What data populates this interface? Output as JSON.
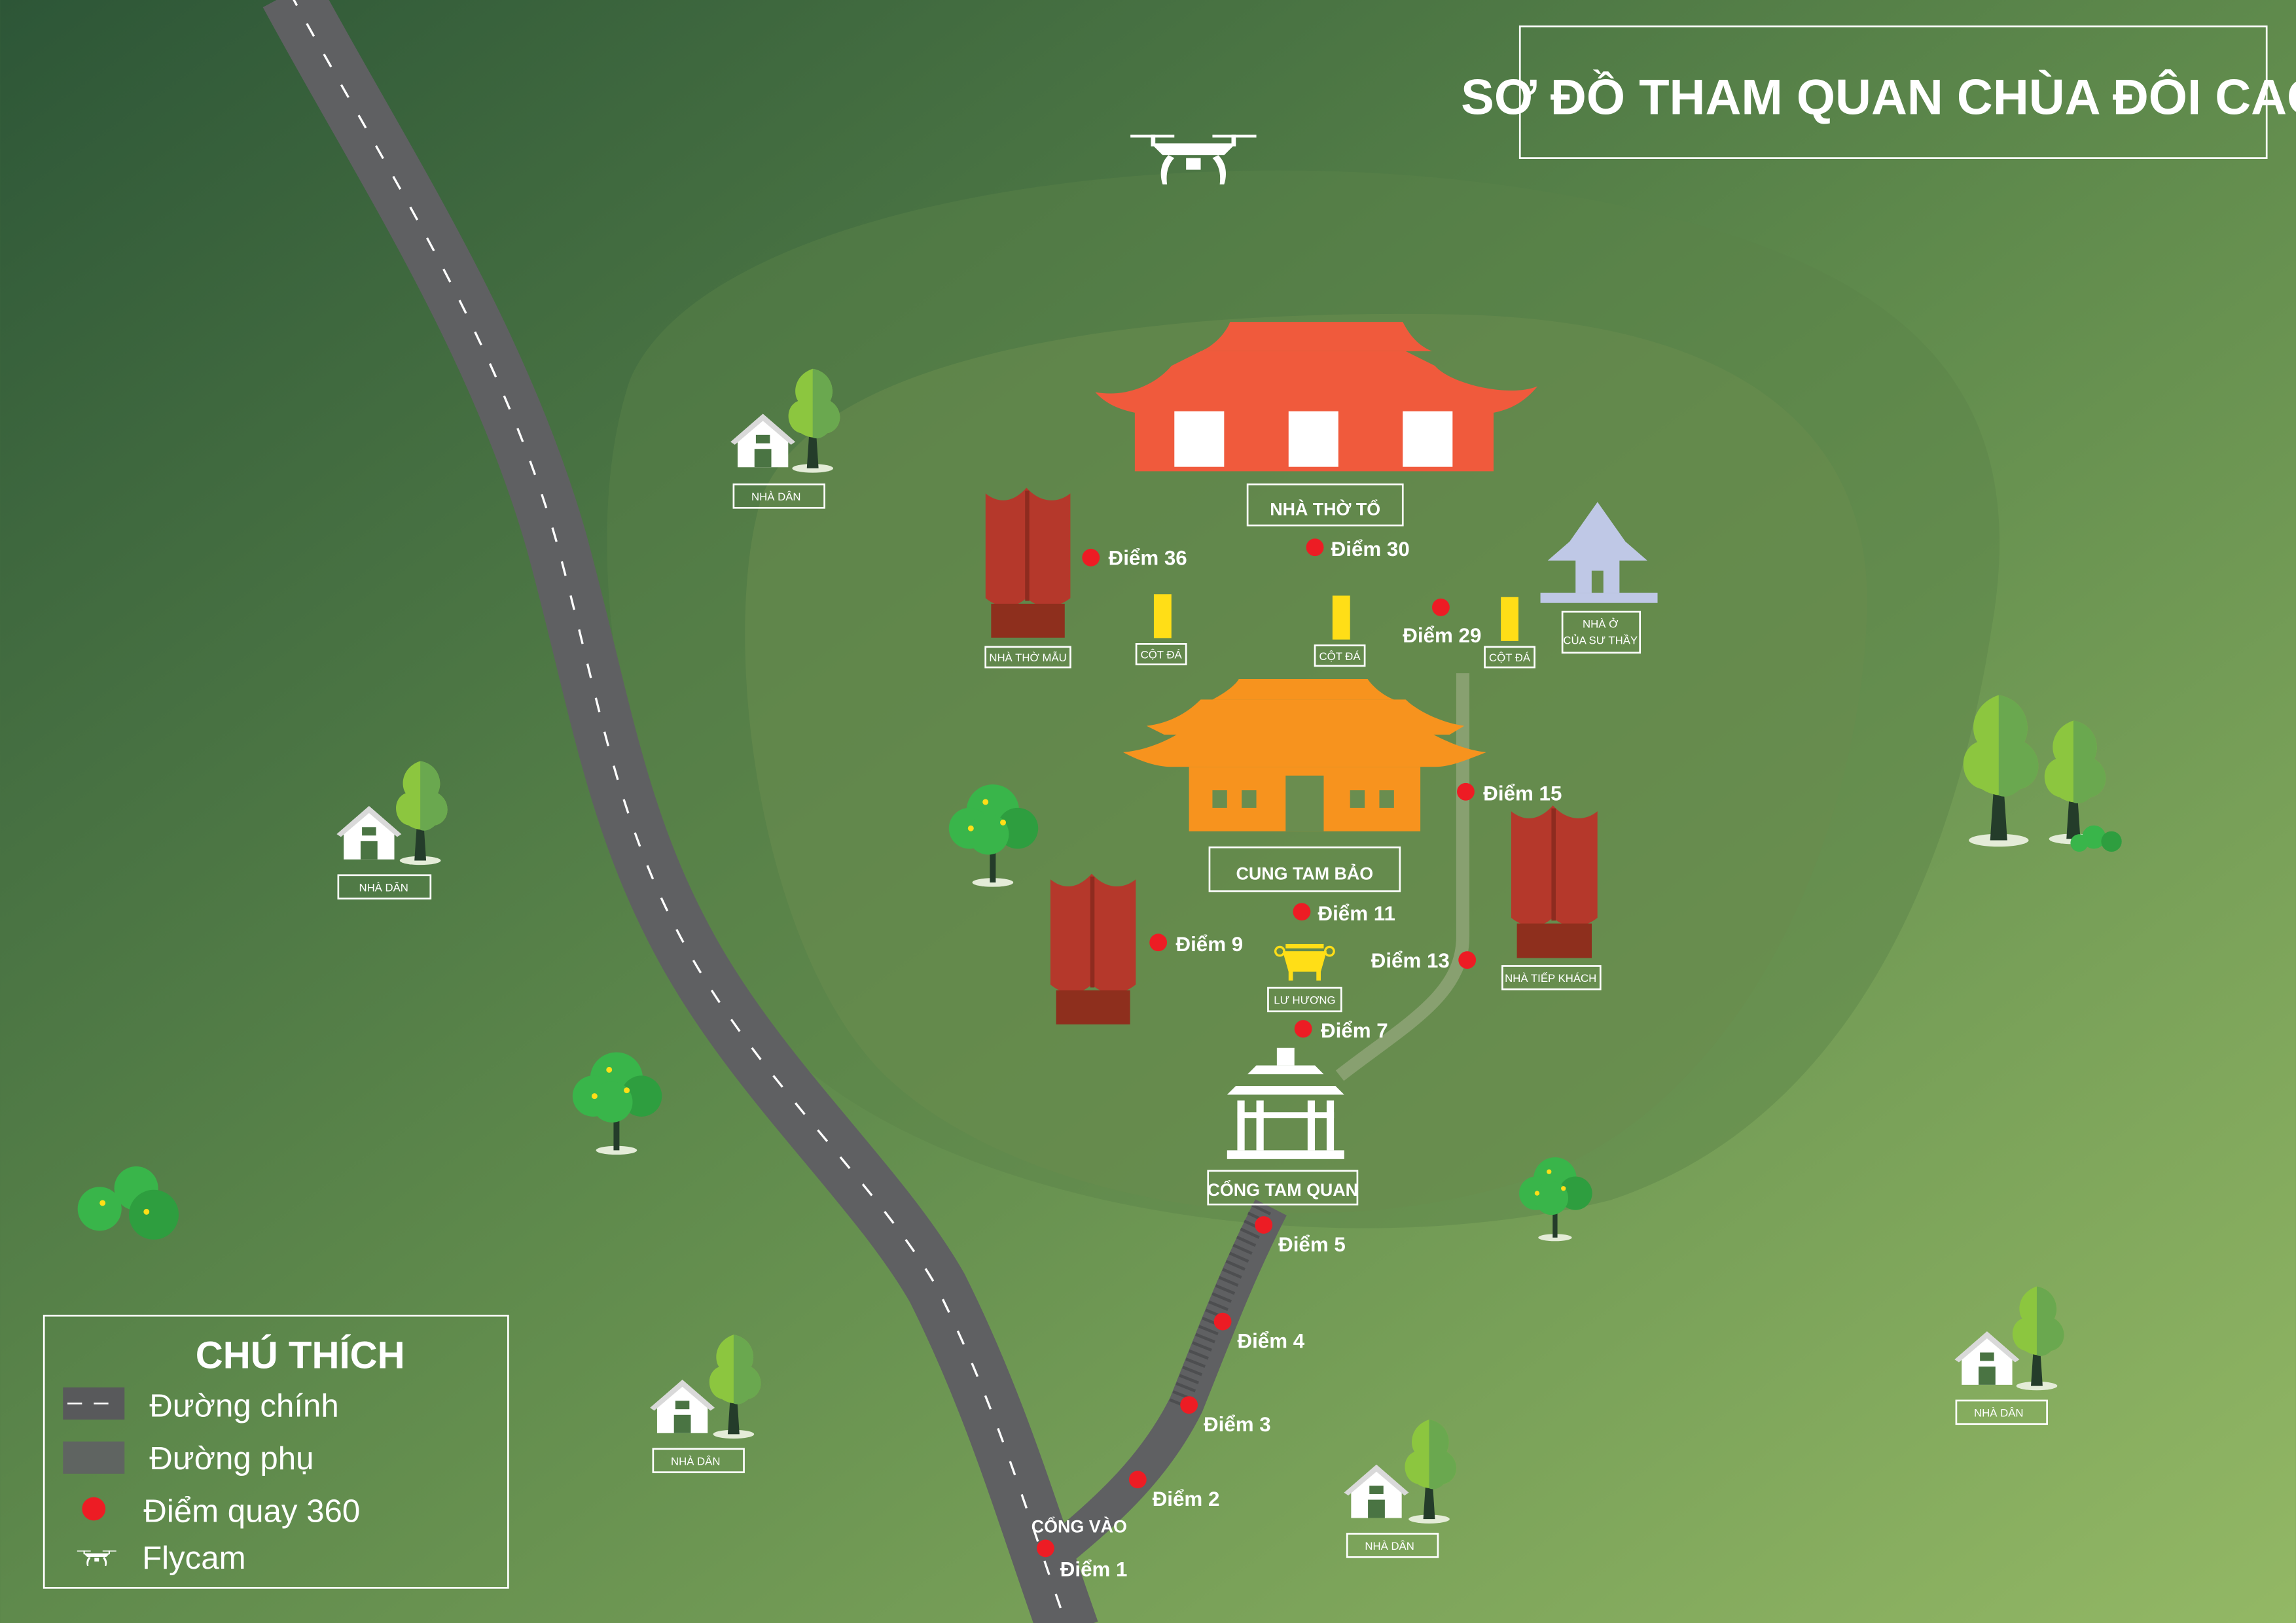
{
  "title": "SƠ ĐỒ THAM QUAN CHÙA ĐÔI CAO",
  "colors": {
    "point": "#ed1c24",
    "road": "#5f6062",
    "temple_top": "#f05a3c",
    "temple_main": "#f7931e",
    "red_building": "#b5382b",
    "pillar": "#ffde17",
    "monk_house": "#bfc8e6"
  },
  "buildings": {
    "nha_tho_to": "NHÀ THỜ TỔ",
    "cung_tam_bao": "CUNG TAM BẢO",
    "nha_tho_mau": "NHÀ THỜ MẪU",
    "cot_da": "CỘT ĐÁ",
    "nha_o_line1": "NHÀ Ở",
    "nha_o_line2": "CỦA SƯ THẦY",
    "nha_tiep_khach": "NHÀ TIẾP KHÁCH",
    "lu_huong": "LƯ HƯƠNG",
    "cong_tam_quan": "CỔNG TAM QUAN",
    "cong_vao": "CỔNG VÀO",
    "nha_dan": "NHÀ DÂN"
  },
  "points": {
    "p36": "Điểm 36",
    "p30": "Điểm 30",
    "p29": "Điểm 29",
    "p15": "Điểm 15",
    "p11": "Điểm 11",
    "p9": "Điểm 9",
    "p13": "Điểm 13",
    "p7": "Điểm 7",
    "p5": "Điểm 5",
    "p4": "Điểm 4",
    "p3": "Điểm 3",
    "p2": "Điểm 2",
    "p1": "Điểm 1"
  },
  "legend": {
    "title": "CHÚ THÍCH",
    "items": [
      "Đường chính",
      "Đường phụ",
      "Điểm quay 360",
      "Flycam"
    ]
  }
}
